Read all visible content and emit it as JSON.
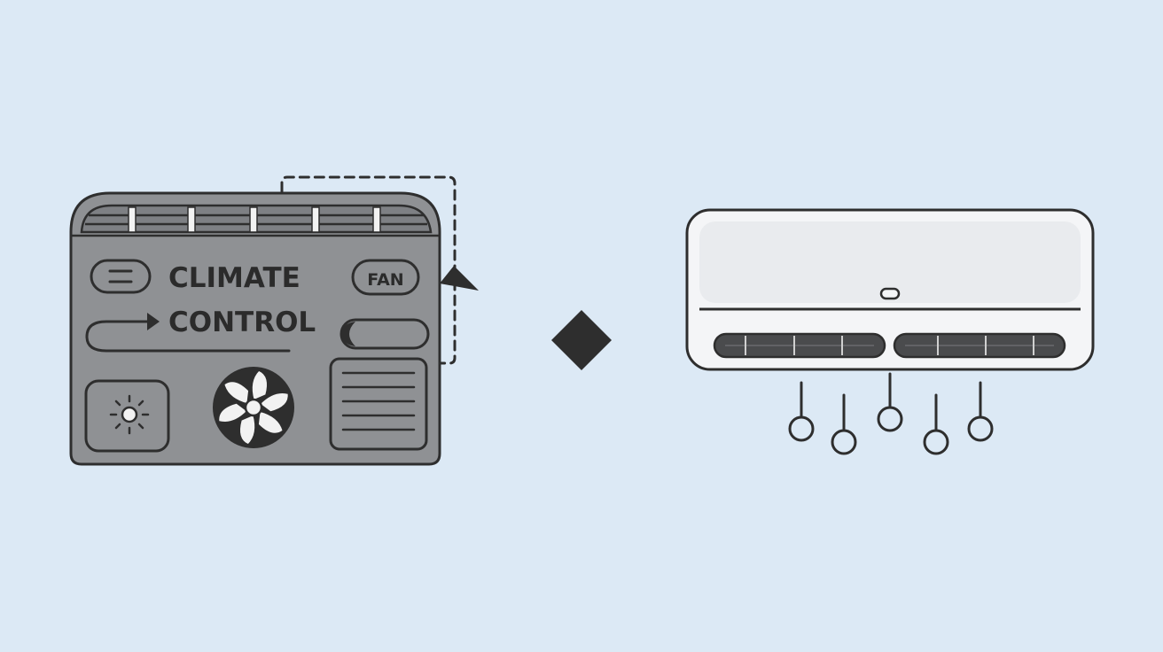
{
  "climate_panel": {
    "title_line1": "CLIMATE",
    "title_line2": "CONTROL",
    "fan_label": "FAN"
  },
  "colors": {
    "background": "#dce9f5",
    "panel_fill": "#8f9194",
    "panel_stroke": "#2e2e2e",
    "ac_body": "#f4f5f7",
    "ac_vent": "#4a4b4d",
    "connector": "#2e2e2e"
  },
  "icons": {
    "mode_toggle": "toggle-pill-icon",
    "arrow": "arrow-right-icon",
    "sun": "sun-icon",
    "fan": "fan-icon",
    "vent_grille": "vent-grille-icon",
    "connector": "diamond-icon",
    "air_unit": "air-conditioner-icon"
  }
}
